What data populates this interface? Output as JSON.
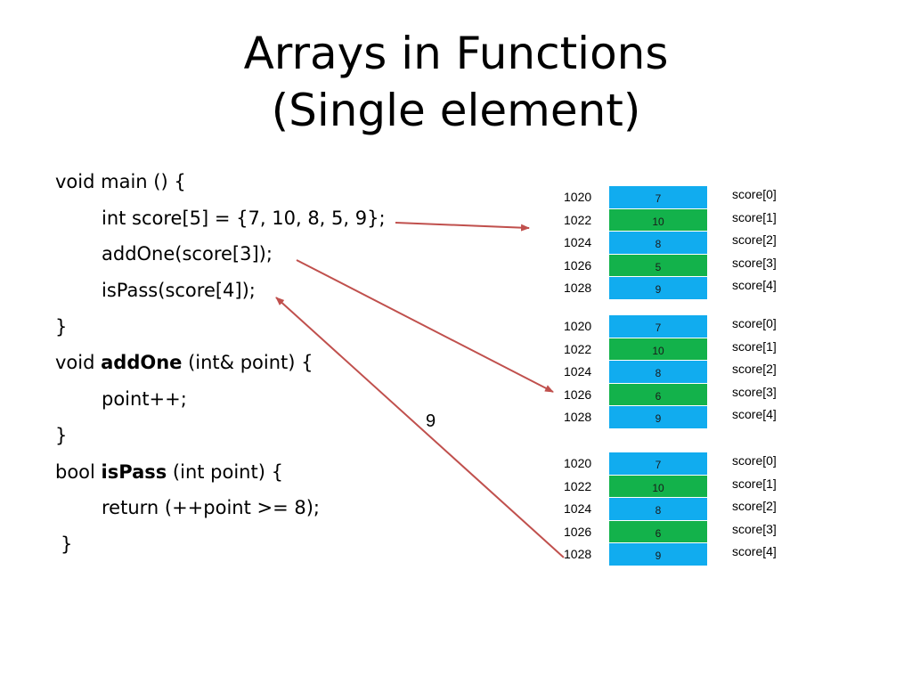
{
  "title": {
    "line1": "Arrays in Functions",
    "line2": "(Single element)"
  },
  "code": {
    "l1": "void main () {",
    "l2": "int score[5] = {7, 10, 8, 5, 9};",
    "l3": "addOne(score[3]);",
    "l4": "isPass(score[4]);",
    "l5": "}",
    "l6_pre": "void ",
    "l6_bold": "addOne",
    "l6_post": " (int& point) {",
    "l7": "point++;",
    "l8": "}",
    "l9_pre": "bool ",
    "l9_bold": "isPass",
    "l9_post": " (int point) {",
    "l10": "return (++point >= 8);",
    "l11": "}"
  },
  "memory_tables": [
    {
      "rows": [
        {
          "address": "1020",
          "value": "7",
          "label": "score[0]",
          "color": "#11acef"
        },
        {
          "address": "1022",
          "value": "10",
          "label": "score[1]",
          "color": "#13b24b"
        },
        {
          "address": "1024",
          "value": "8",
          "label": "score[2]",
          "color": "#11acef"
        },
        {
          "address": "1026",
          "value": "5",
          "label": "score[3]",
          "color": "#13b24b"
        },
        {
          "address": "1028",
          "value": "9",
          "label": "score[4]",
          "color": "#11acef"
        }
      ]
    },
    {
      "rows": [
        {
          "address": "1020",
          "value": "7",
          "label": "score[0]",
          "color": "#11acef"
        },
        {
          "address": "1022",
          "value": "10",
          "label": "score[1]",
          "color": "#13b24b"
        },
        {
          "address": "1024",
          "value": "8",
          "label": "score[2]",
          "color": "#11acef"
        },
        {
          "address": "1026",
          "value": "6",
          "label": "score[3]",
          "color": "#13b24b"
        },
        {
          "address": "1028",
          "value": "9",
          "label": "score[4]",
          "color": "#11acef"
        }
      ]
    },
    {
      "rows": [
        {
          "address": "1020",
          "value": "7",
          "label": "score[0]",
          "color": "#11acef"
        },
        {
          "address": "1022",
          "value": "10",
          "label": "score[1]",
          "color": "#13b24b"
        },
        {
          "address": "1024",
          "value": "8",
          "label": "score[2]",
          "color": "#11acef"
        },
        {
          "address": "1026",
          "value": "6",
          "label": "score[3]",
          "color": "#13b24b"
        },
        {
          "address": "1028",
          "value": "9",
          "label": "score[4]",
          "color": "#11acef"
        }
      ]
    }
  ],
  "annotation": "9",
  "colors": {
    "arrow": "#c0504d",
    "cell_blue": "#11acef",
    "cell_green": "#13b24b"
  }
}
